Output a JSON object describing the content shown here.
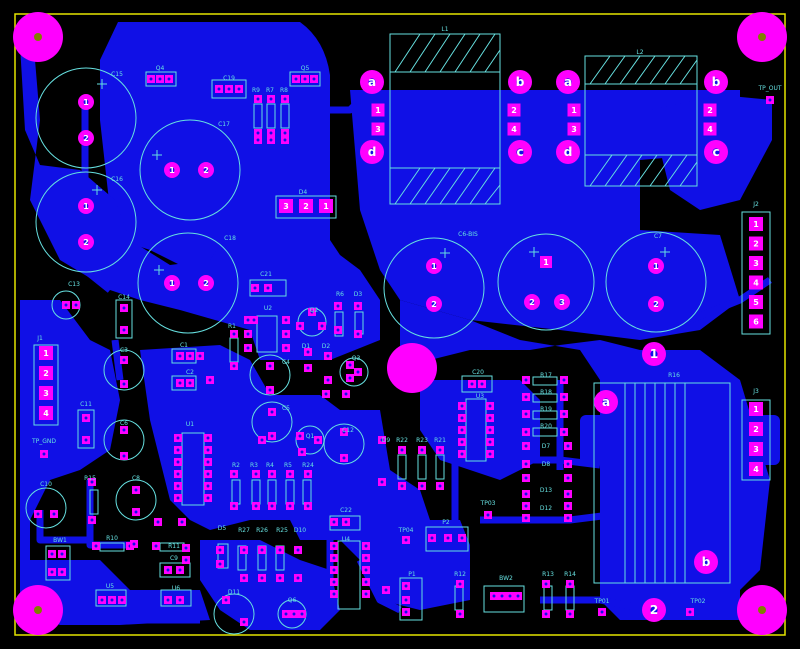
{
  "colors": {
    "background": "#000000",
    "copper": "#1010e6",
    "pad": "#ff00ff",
    "silk": "#66e0e0",
    "outline": "#e6e600",
    "hole": "#808000"
  },
  "labels": {
    "c15": "C15",
    "c16": "C16",
    "c17": "C17",
    "c18": "C18",
    "c19": "C19",
    "c21": "C21",
    "c14": "C14",
    "c13": "C13",
    "c11": "C11",
    "c10": "C10",
    "c1": "C1",
    "c2": "C2",
    "c3": "C3",
    "c4": "C4",
    "c5": "C5",
    "c6": "C6",
    "c7": "C7",
    "c8": "C8",
    "c9": "C9",
    "c12": "C12",
    "c20": "C20",
    "c22": "C22",
    "c6bis": "C6-BIS",
    "q1": "Q1",
    "q2": "Q2",
    "q3": "Q3",
    "q4": "Q4",
    "q5": "Q5",
    "q6": "Q6",
    "r1": "R1",
    "r2": "R2",
    "r3": "R3",
    "r4": "R4",
    "r5": "R5",
    "r6": "R6",
    "r7": "R7",
    "r8": "R8",
    "r9": "R9",
    "r10": "R10",
    "r11": "R11",
    "r12": "R12",
    "r13": "R13",
    "r14": "R14",
    "r15": "R15",
    "r16": "R16",
    "r17": "R17",
    "r18": "R18",
    "r19": "R19",
    "r20": "R20",
    "r21": "R21",
    "r22": "R22",
    "r23": "R23",
    "r24": "R24",
    "r25": "R25",
    "r26": "R26",
    "r27": "R27",
    "d1": "D1",
    "d2": "D2",
    "d3": "D3",
    "d4": "D4",
    "d5": "D5",
    "d7": "D7",
    "d8": "D8",
    "d9": "D9",
    "d10": "D10",
    "d11": "D11",
    "d12": "D12",
    "d13": "D13",
    "u1": "U1",
    "u2": "U2",
    "u3": "U3",
    "u4": "U4",
    "u5": "U5",
    "u6": "U6",
    "j1": "J1",
    "j2": "J2",
    "j3": "J3",
    "l1": "L1",
    "l2": "L2",
    "p1": "P1",
    "p2": "P2",
    "bw1": "BW1",
    "bw2": "BW2",
    "tp_gnd": "TP_GND",
    "tp_out": "TP_OUT",
    "tp01": "TP01",
    "tp02": "TP02",
    "tp03": "TP03",
    "tp04": "TP04"
  },
  "pins": {
    "n1": "1",
    "n2": "2",
    "n3": "3",
    "n4": "4",
    "n5": "5",
    "n6": "6",
    "a": "a",
    "b": "b",
    "c": "c",
    "d": "d"
  }
}
